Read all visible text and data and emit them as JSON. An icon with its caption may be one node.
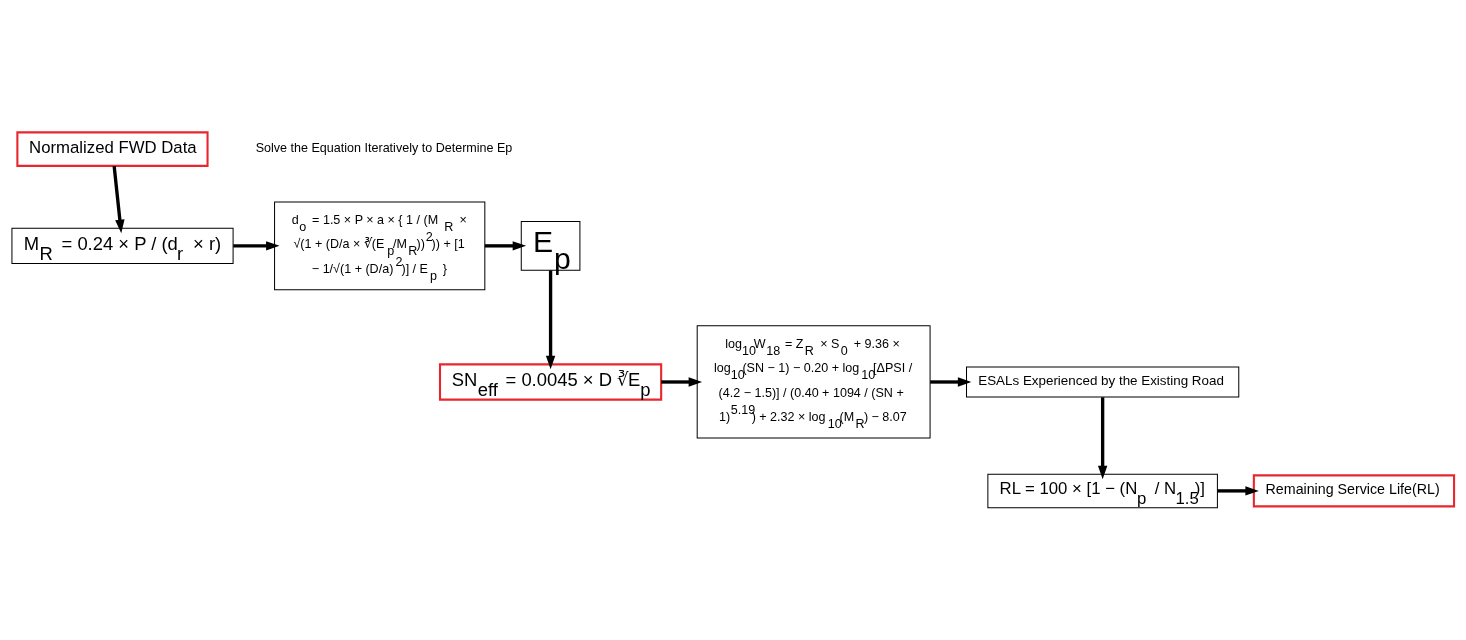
{
  "diagram": {
    "nodes": [
      {
        "text": [
          "Normalized FWD Data"
        ]
      },
      {
        "text": [
          "M$_{R}$ = 0.24 × P / (d$_{r}$ × r)"
        ]
      },
      {
        "text": [
          "d$_{o}$ = 1.5 × P × a × { 1 / (M$_{R}$ × √(1 + (D/a × ∛(E$_{p}$/M$_{R}$))$^{2}$)) + [1 − 1/√(1 + (D/a)$^{2}$)] / E$_{p}$ }"
        ],
        "beside": [
          "Solve the Equation Iteratively to Determine Ep"
        ]
      },
      {
        "text": [
          "E$_{p}$"
        ]
      },
      {
        "text": [
          "SN$_{eff}$ = 0.0045 × D ∛E$_{p}$"
        ]
      },
      {
        "text": [
          "log$_{10}$W$_{18}$ = Z$_{R}$ × S$_{0}$ + 9.36 × log$_{10}$(SN − 1) − 0.20 + log$_{10}$[ΔPSI / (4.2 − 1.5)] / (0.40 + 1094 / (SN + 1)$^{5.19}$) + 2.32 × log$_{10}$(M$_{R}$) − 8.07"
        ]
      },
      {
        "text": [
          "ESALs Experienced by the Existing Road"
        ]
      },
      {
        "text": [
          "RL = 100 × [1 − (N$_{p}$ / N$_{1.5}$)]"
        ]
      },
      {
        "text": [
          "Remaining Service Life(RL)"
        ]
      }
    ],
    "edges": [
      {
        "from": 0,
        "to": 1,
        "arrow": "to"
      },
      {
        "from": 1,
        "to": 2,
        "arrow": "to"
      },
      {
        "from": 2,
        "to": 3,
        "arrow": "to"
      },
      {
        "from": 3,
        "to": 4,
        "arrow": "to"
      },
      {
        "from": 4,
        "to": 5,
        "arrow": "to"
      },
      {
        "from": 5,
        "to": 6,
        "arrow": "to"
      },
      {
        "from": 6,
        "to": 7,
        "arrow": "to"
      },
      {
        "from": 7,
        "to": 8,
        "arrow": "to"
      }
    ]
  }
}
